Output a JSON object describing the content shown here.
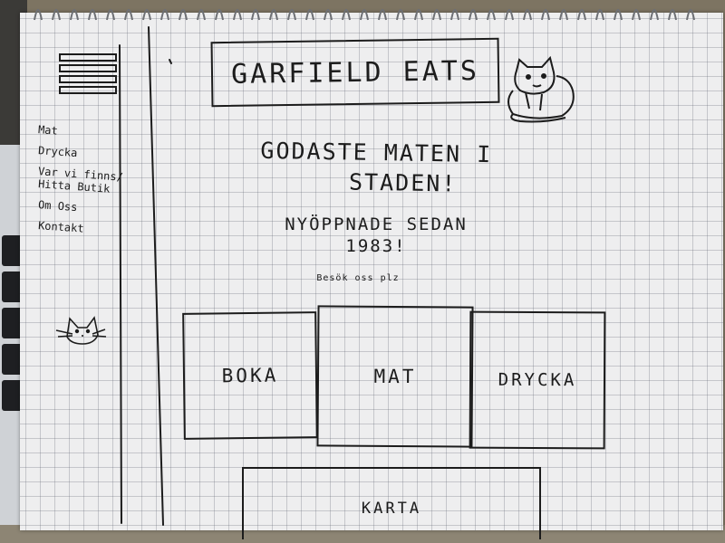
{
  "header": {
    "title": "GARFIELD EATS"
  },
  "sidebar": {
    "menu_icon": "hamburger-menu-icon",
    "items": [
      {
        "label": "Mat"
      },
      {
        "label": "Drycka"
      },
      {
        "label": "Var vi finns/"
      },
      {
        "label": "Hitta Butik"
      },
      {
        "label": "Om Oss"
      },
      {
        "label": "Kontakt"
      }
    ],
    "logo_icon": "cat-face-icon"
  },
  "hero": {
    "headline_line1": "GODASTE MATEN I",
    "headline_line2": "STADEN!",
    "sub_line1": "NYÖPPNADE SEDAN",
    "sub_line2": "1983!",
    "tiny_text": "Besök oss plz"
  },
  "tiles": {
    "boka": "BOKA",
    "mat": "MAT",
    "drycka": "DRYCKA",
    "karta": "KARTA"
  },
  "mascot_icon": "garfield-cat-icon",
  "colors": {
    "paper": "#eeeeef",
    "grid": "#5a5f6e",
    "ink": "#1c1c1c"
  }
}
